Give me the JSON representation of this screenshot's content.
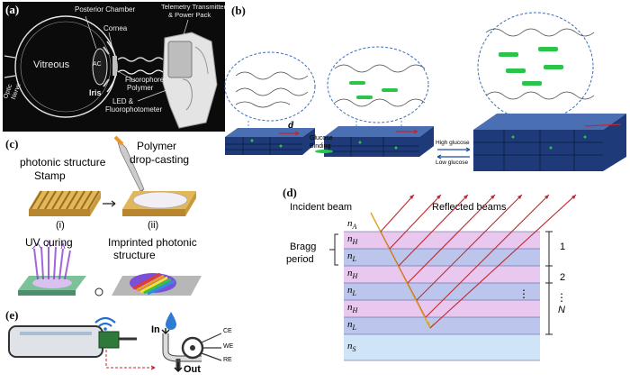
{
  "panel_a": {
    "label": "(a)",
    "posterior_chamber": "Posterior Chamber",
    "telemetry": "Telemetry Transmitter",
    "power_pack": "& Power Pack",
    "cornea": "Cornea",
    "vitreous": "Vitreous",
    "ac": "AC",
    "optic_nerve_1": "Optic",
    "optic_nerve_2": "Nerve",
    "fluorophore_1": "Fluorophore",
    "fluorophore_2": "Polymer",
    "iris": "Iris",
    "led_1": "LED &",
    "led_2": "Fluorophotometer"
  },
  "panel_b": {
    "label": "(b)",
    "d_label": "d",
    "glucose": "Glucose",
    "binding": "Binding",
    "high_glucose": "High glucose",
    "low_glucose": "Low glucose"
  },
  "panel_c": {
    "label": "(c)",
    "polymer_1": "Polymer",
    "polymer_2": "drop-casting",
    "photonic": "photonic structure",
    "stamp": "Stamp",
    "step_i": "(i)",
    "step_ii": "(ii)",
    "uv": "UV curing",
    "imprinted_1": "Imprinted photonic",
    "imprinted_2": "structure"
  },
  "panel_d": {
    "label": "(d)",
    "incident": "Incident beam",
    "reflected": "Reflected beams",
    "bragg_1": "Bragg",
    "bragg_2": "period",
    "n_a": "n",
    "n_a_sub": "A",
    "layers": [
      {
        "n": "n",
        "sub": "H",
        "color": "#e9c8f0"
      },
      {
        "n": "n",
        "sub": "L",
        "color": "#bcc6ec"
      },
      {
        "n": "n",
        "sub": "H",
        "color": "#e9c8f0"
      },
      {
        "n": "n",
        "sub": "L",
        "color": "#bcc6ec"
      },
      {
        "n": "n",
        "sub": "H",
        "color": "#e9c8f0"
      },
      {
        "n": "n",
        "sub": "L",
        "color": "#bcc6ec"
      }
    ],
    "n_s": "n",
    "n_s_sub": "S",
    "period_1": "1",
    "period_2": "2",
    "period_n": "N"
  },
  "panel_e": {
    "label": "(e)",
    "in": "In",
    "out": "Out",
    "ce": "CE",
    "we": "WE",
    "re": "RE"
  },
  "colors": {
    "reflect": "#c0282e",
    "incident": "#d7a521",
    "hydrogel": "#1e3a78",
    "green": "#2bc44a"
  }
}
